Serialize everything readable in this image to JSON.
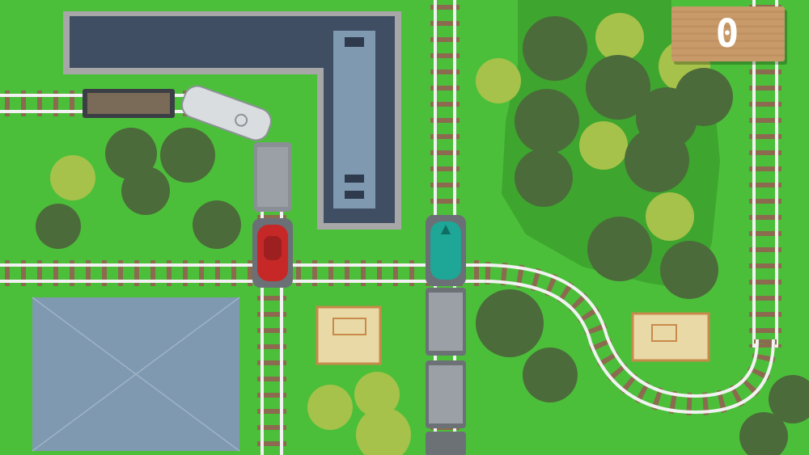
{
  "game": {
    "score": "0"
  },
  "colors": {
    "grass": "#4cbf3a",
    "forest": "#3aa22c",
    "rail": "#f2f2f2",
    "tie": "#8b6a4f",
    "station_roof": "#3f4e63",
    "station_border": "#a7a7a7",
    "warehouse_roof": "#7f99b1",
    "locomotive_red": "#c62828",
    "locomotive_teal": "#1ea697",
    "wagon_gray": "#8a8f96",
    "wood_board": "#c89a6a"
  },
  "objects": {
    "trains": [
      "red-locomotive",
      "teal-locomotive",
      "derailed-white-tanker",
      "coal-wagon"
    ],
    "buildings": [
      "station-building",
      "warehouse",
      "crate-left",
      "crate-right"
    ]
  }
}
